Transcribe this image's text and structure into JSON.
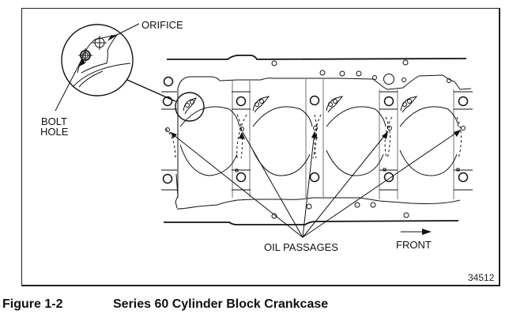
{
  "figure": {
    "number": "Figure 1-2",
    "title": "Series 60 Cylinder Block Crankcase",
    "id_code": "34512"
  },
  "labels": {
    "orifice": "ORIFICE",
    "bolt_hole_line1": "BOLT",
    "bolt_hole_line2": "HOLE",
    "oil_passages": "OIL PASSAGES",
    "front": "FRONT"
  },
  "diagram": {
    "cylinder_count": 4,
    "oil_passage_count": 5,
    "colors": {
      "line": "#111111",
      "gray_line": "#9a9a9a",
      "background": "#ffffff"
    }
  }
}
